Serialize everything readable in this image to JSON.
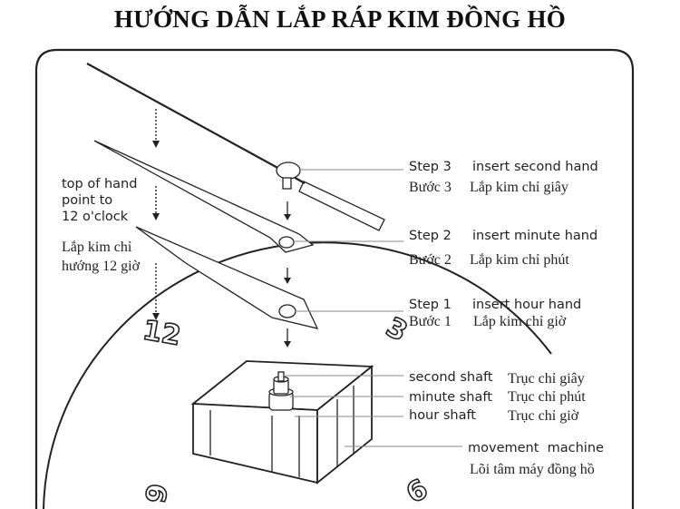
{
  "title": "HƯỚNG DẪN LẮP RÁP KIM ĐỒNG HỒ",
  "left_note": {
    "en": [
      "top of hand",
      "point to",
      "12 o'clock"
    ],
    "vi": [
      "Lắp kim chỉ",
      "hướng 12 giờ"
    ]
  },
  "steps": [
    {
      "step": "Step 3",
      "action": "insert second hand",
      "vi_step": "Bước 3",
      "vi_action": "Lắp kim chỉ giây"
    },
    {
      "step": "Step 2",
      "action": "insert minute hand",
      "vi_step": "Bước 2",
      "vi_action": "Lắp kim chỉ phút"
    },
    {
      "step": "Step 1",
      "action": "insert hour hand",
      "vi_step": "Bước 1",
      "vi_action": "Lắp kim chỉ giờ"
    }
  ],
  "shafts": [
    {
      "en": "second shaft",
      "vi": "Trục chỉ giây"
    },
    {
      "en": "minute shaft",
      "vi": "Trục chỉ phút"
    },
    {
      "en": "hour shaft",
      "vi": "Trục chỉ giờ"
    }
  ],
  "movement": {
    "en": "movement  machine",
    "vi": "Lõi tâm máy đồng hồ"
  },
  "dial_numbers": [
    "12",
    "3",
    "9",
    "6"
  ]
}
